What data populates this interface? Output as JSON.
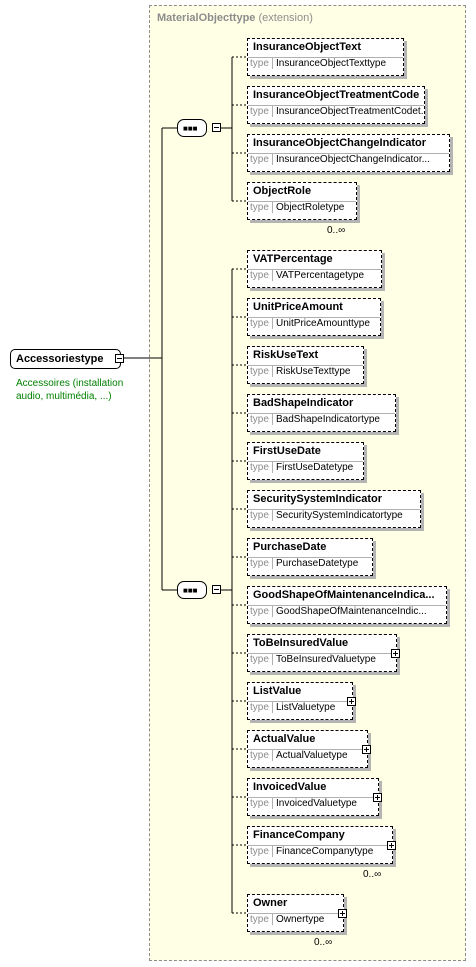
{
  "extension": {
    "type_name": "MaterialObjecttype",
    "suffix": "(extension)"
  },
  "root": {
    "name": "Accessoriestype",
    "documentation": "Accessoires (installation audio, multimédia, ...)"
  },
  "type_keyword": "type",
  "groups": [
    {
      "elements": [
        {
          "name": "InsuranceObjectText",
          "type": "InsuranceObjectTexttype"
        },
        {
          "name": "InsuranceObjectTreatmentCode",
          "type": "InsuranceObjectTreatmentCodet..."
        },
        {
          "name": "InsuranceObjectChangeIndicator",
          "type": "InsuranceObjectChangeIndicator..."
        },
        {
          "name": "ObjectRole",
          "type": "ObjectRoletype",
          "cardinality": "0..∞"
        }
      ]
    },
    {
      "elements": [
        {
          "name": "VATPercentage",
          "type": "VATPercentagetype"
        },
        {
          "name": "UnitPriceAmount",
          "type": "UnitPriceAmounttype"
        },
        {
          "name": "RiskUseText",
          "type": "RiskUseTexttype"
        },
        {
          "name": "BadShapeIndicator",
          "type": "BadShapeIndicatortype"
        },
        {
          "name": "FirstUseDate",
          "type": "FirstUseDatetype"
        },
        {
          "name": "SecuritySystemIndicator",
          "type": "SecuritySystemIndicatortype"
        },
        {
          "name": "PurchaseDate",
          "type": "PurchaseDatetype"
        },
        {
          "name": "GoodShapeOfMaintenanceIndica...",
          "type": "GoodShapeOfMaintenanceIndic..."
        },
        {
          "name": "ToBeInsuredValue",
          "type": "ToBeInsuredValuetype"
        },
        {
          "name": "ListValue",
          "type": "ListValuetype"
        },
        {
          "name": "ActualValue",
          "type": "ActualValuetype"
        },
        {
          "name": "InvoicedValue",
          "type": "InvoicedValuetype"
        },
        {
          "name": "FinanceCompany",
          "type": "FinanceCompanytype",
          "cardinality": "0..∞"
        },
        {
          "name": "Owner",
          "type": "Ownertype",
          "cardinality": "0..∞"
        }
      ]
    }
  ]
}
